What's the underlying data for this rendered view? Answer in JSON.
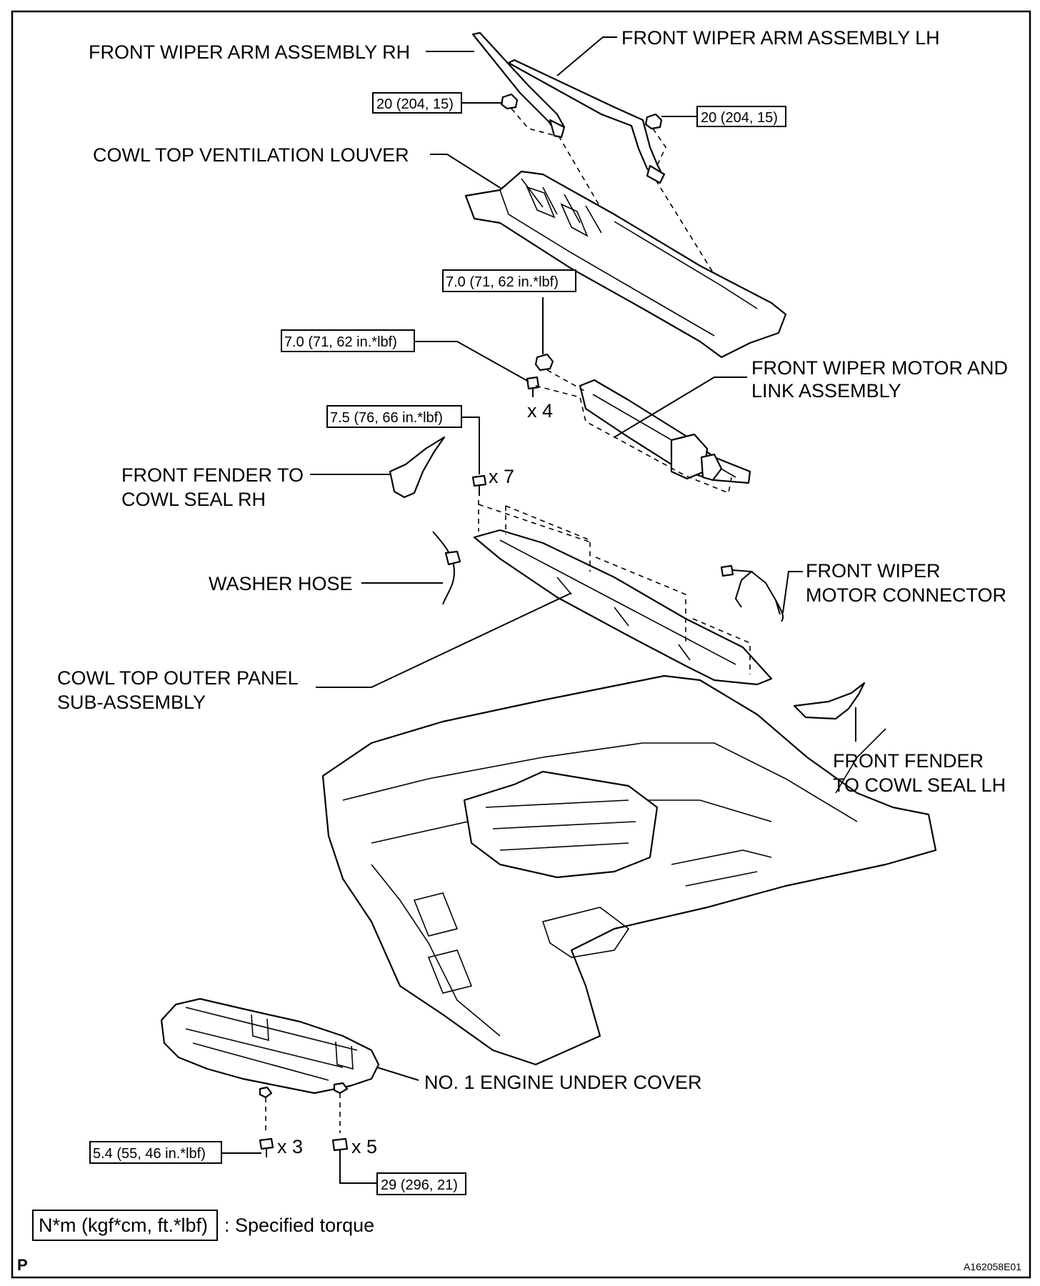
{
  "labels": {
    "wiper_arm_rh": "FRONT WIPER ARM ASSEMBLY RH",
    "wiper_arm_lh": "FRONT WIPER ARM ASSEMBLY LH",
    "cowl_louver": "COWL TOP VENTILATION LOUVER",
    "wiper_motor_line1": "FRONT WIPER MOTOR AND",
    "wiper_motor_line2": "LINK ASSEMBLY",
    "fender_seal_rh_line1": "FRONT FENDER TO",
    "fender_seal_rh_line2": "COWL SEAL RH",
    "washer_hose": "WASHER HOSE",
    "motor_connector_line1": "FRONT WIPER",
    "motor_connector_line2": "MOTOR CONNECTOR",
    "cowl_outer_line1": "COWL TOP OUTER PANEL",
    "cowl_outer_line2": "SUB-ASSEMBLY",
    "fender_seal_lh_line1": "FRONT FENDER",
    "fender_seal_lh_line2": "TO COWL SEAL LH",
    "under_cover": "NO. 1 ENGINE UNDER COVER"
  },
  "torques": {
    "arm_rh_nut": "20 (204, 15)",
    "arm_lh_nut": "20 (204, 15)",
    "motor_nut": "7.0 (71, 62 in.*lbf)",
    "motor_bolt": "7.0 (71, 62 in.*lbf)",
    "cowl_bolt": "7.5 (76, 66 in.*lbf)",
    "cover_bolt_a": "5.4 (55, 46 in.*lbf)",
    "cover_bolt_b": "29 (296, 21)"
  },
  "quantities": {
    "motor_bolts": "x 4",
    "cowl_bolts": "x 7",
    "cover_bolts_a": "x 3",
    "cover_bolts_b": "x 5"
  },
  "legend": {
    "unit_box": "N*m (kgf*cm, ft.*lbf)",
    "description": ": Specified torque"
  },
  "footer": {
    "section_letter": "P",
    "figure_id": "A162058E01"
  }
}
